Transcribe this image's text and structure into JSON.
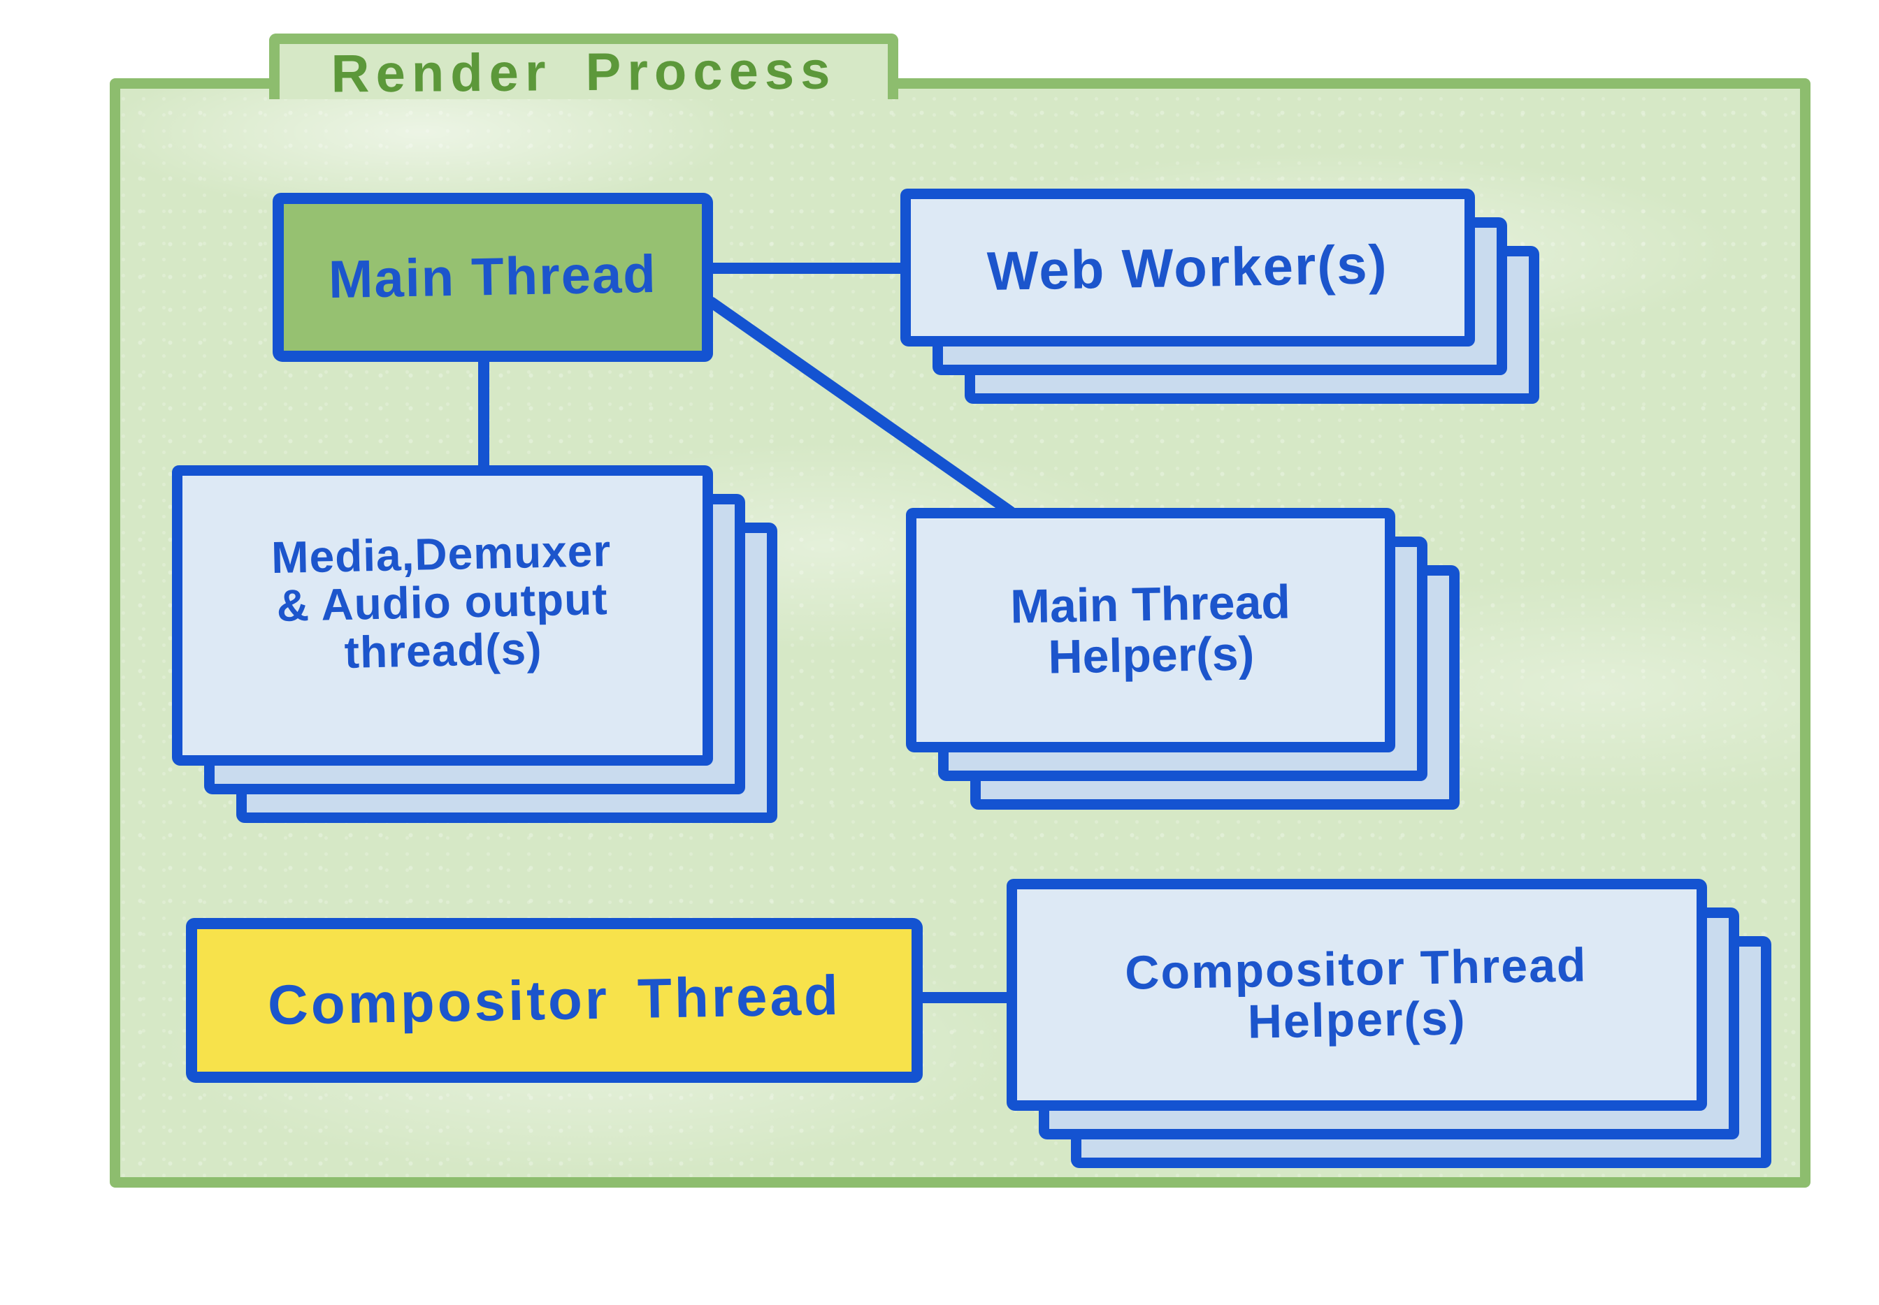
{
  "diagram": {
    "title": "Render Process",
    "nodes": {
      "main_thread": {
        "label": "Main Thread",
        "style": "solid",
        "fill": "#96c171"
      },
      "web_workers": {
        "label": "Web Worker(s)",
        "style": "stack-of-3"
      },
      "media_threads": {
        "lines": [
          "Media,Demuxer",
          "& Audio output",
          "thread(s)"
        ],
        "style": "stack-of-3"
      },
      "main_thread_helpers": {
        "lines": [
          "Main Thread",
          "Helper(s)"
        ],
        "style": "stack-of-3"
      },
      "compositor_thread": {
        "label": "Compositor Thread",
        "style": "solid",
        "fill": "#f7e24b"
      },
      "compositor_helpers": {
        "lines": [
          "Compositor Thread",
          "Helper(s)"
        ],
        "style": "stack-of-3"
      }
    },
    "connections": [
      {
        "from": "main_thread",
        "to": "web_workers"
      },
      {
        "from": "main_thread",
        "to": "media_threads"
      },
      {
        "from": "main_thread",
        "to": "main_thread_helpers"
      },
      {
        "from": "compositor_thread",
        "to": "compositor_helpers"
      }
    ],
    "colors": {
      "folder_border": "#8dbd6e",
      "folder_fill": "#d6e8c6",
      "title_green": "#5c983a",
      "line_blue": "#1453d1",
      "text_blue": "#1c55cc",
      "node_green": "#96c171",
      "node_yellow": "#f7e24b",
      "card_front": "#dde9f5",
      "card_back": "#c9dbee"
    }
  }
}
